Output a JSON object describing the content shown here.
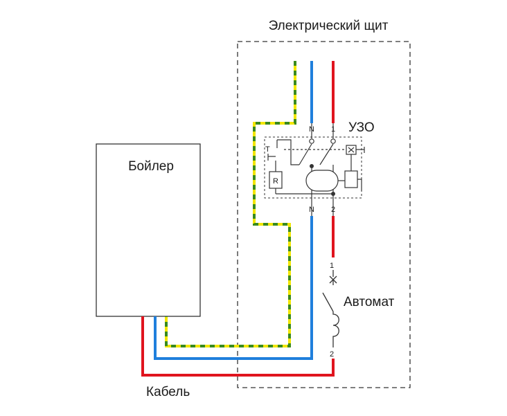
{
  "labels": {
    "panel": "Электрический щит",
    "boiler": "Бойлер",
    "rcd": "УЗО",
    "breaker": "Автомат",
    "cable": "Кабель"
  },
  "terminals": {
    "rcd_in_n": "N",
    "rcd_in_l": "1",
    "rcd_test": "T",
    "rcd_resistor": "R",
    "rcd_out_n": "N",
    "rcd_out_l": "2",
    "breaker_in": "1",
    "breaker_out": "2"
  },
  "colors": {
    "phase": "#e0141e",
    "neutral": "#1f7fdc",
    "earth_yellow": "#f2e600",
    "earth_green": "#3a8a1e",
    "outline": "#333333"
  }
}
